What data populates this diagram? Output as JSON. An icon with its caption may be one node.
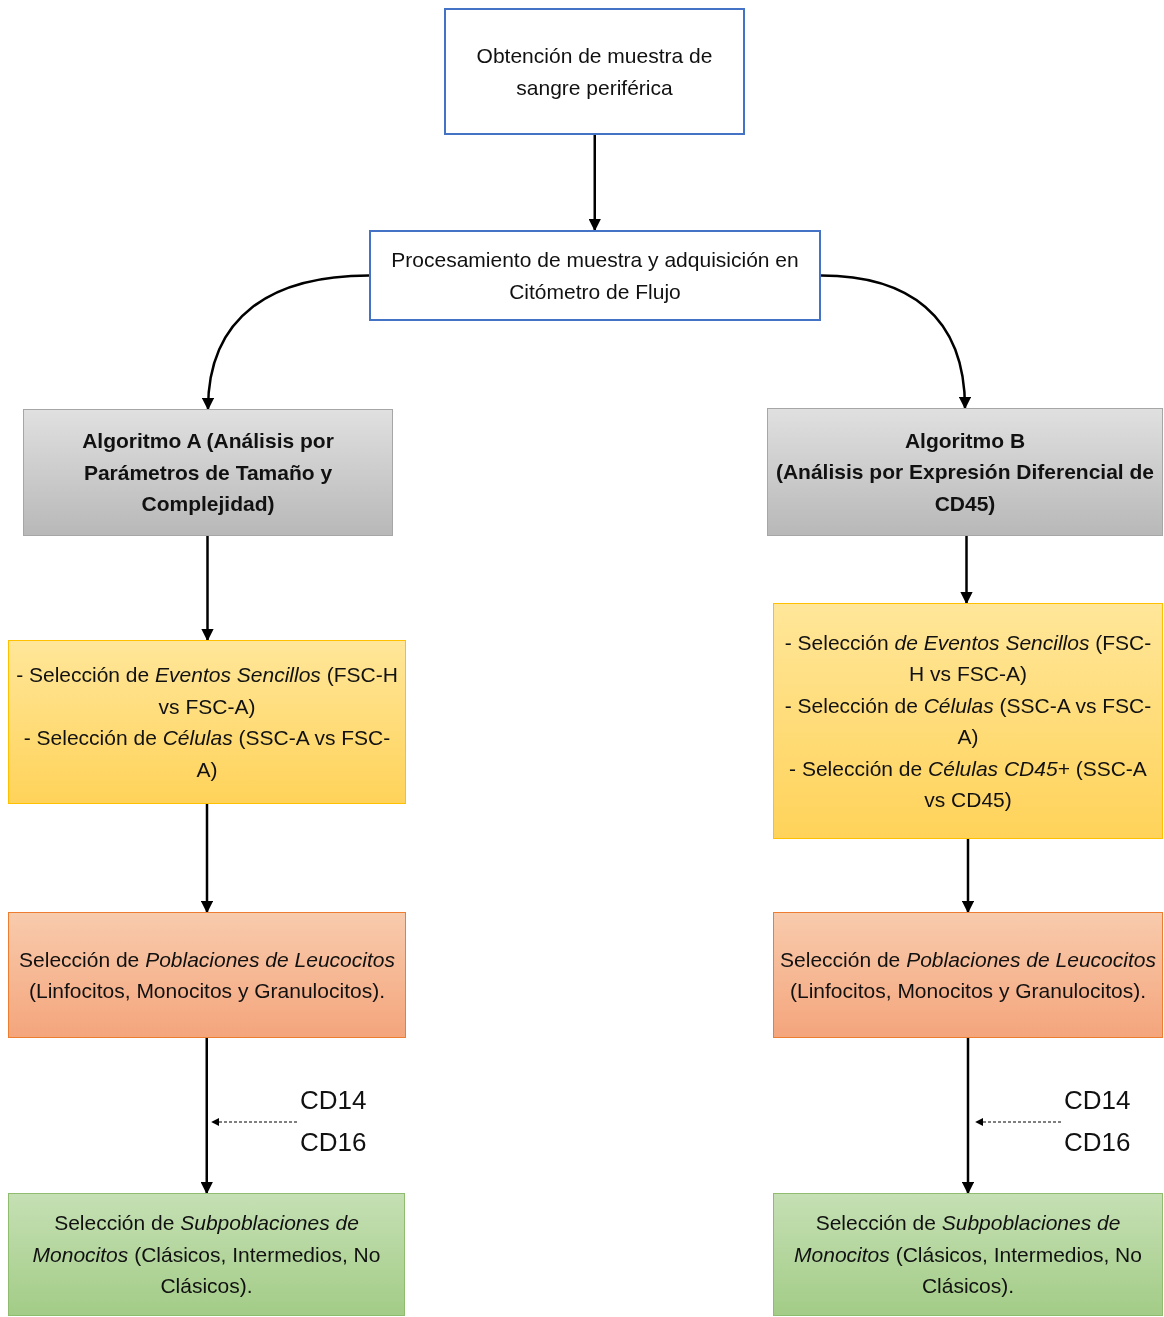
{
  "diagram": {
    "nodes": [
      {
        "text": [
          "Obtención de muestra de sangre periférica"
        ]
      },
      {
        "text": [
          "Procesamiento de muestra y adquisición en Citómetro de Flujo"
        ]
      },
      {
        "text": [
          "Algoritmo A (Análisis por Parámetros de Tamaño y Complejidad)"
        ]
      },
      {
        "text": [
          "Algoritmo B",
          "(Análisis por Expresión Diferencial de CD45)"
        ]
      },
      {
        "text": [
          "- Selección de *Eventos Sencillos* (FSC-H vs FSC-A)",
          "- Selección de *Células* (SSC-A vs FSC-A)"
        ]
      },
      {
        "text": [
          "- Selección *de Eventos Sencillos* (FSC-H vs FSC-A)",
          "- Selección de *Células* (SSC-A vs FSC-A)",
          "- Selección de *Células CD45+* (SSC-A vs CD45)"
        ]
      },
      {
        "text": [
          "Selección de *Poblaciones de Leucocitos* (Linfocitos, Monocitos y Granulocitos)."
        ]
      },
      {
        "text": [
          "Selección de *Poblaciones de Leucocitos* (Linfocitos, Monocitos y Granulocitos)."
        ]
      },
      {
        "text": [
          "CD14",
          "CD16"
        ]
      },
      {
        "text": [
          "Selección de *Subpoblaciones de Monocitos* (Clásicos, Intermedios, No Clásicos)."
        ]
      },
      {
        "text": [
          "CD14",
          "CD16"
        ]
      },
      {
        "text": [
          "Selección de *Subpoblaciones de Monocitos* (Clásicos, Intermedios, No Clásicos)."
        ]
      }
    ],
    "edges": [
      {
        "from": 0,
        "to": 1,
        "arrow": "to"
      },
      {
        "from": 1,
        "to": 2,
        "arrow": "to"
      },
      {
        "from": 1,
        "to": 3,
        "arrow": "to"
      },
      {
        "from": 2,
        "to": 4,
        "arrow": "to"
      },
      {
        "from": 3,
        "to": 5,
        "arrow": "to"
      },
      {
        "from": 4,
        "to": 6,
        "arrow": "to"
      },
      {
        "from": 5,
        "to": 7,
        "arrow": "to"
      },
      {
        "from": 6,
        "to": 9,
        "arrow": "to"
      },
      {
        "from": 7,
        "to": 11,
        "arrow": "to"
      },
      {
        "from": 8,
        "to": null,
        "arrow": "to",
        "style": "dashed"
      },
      {
        "from": 10,
        "to": null,
        "arrow": "to",
        "style": "dashed"
      }
    ]
  }
}
